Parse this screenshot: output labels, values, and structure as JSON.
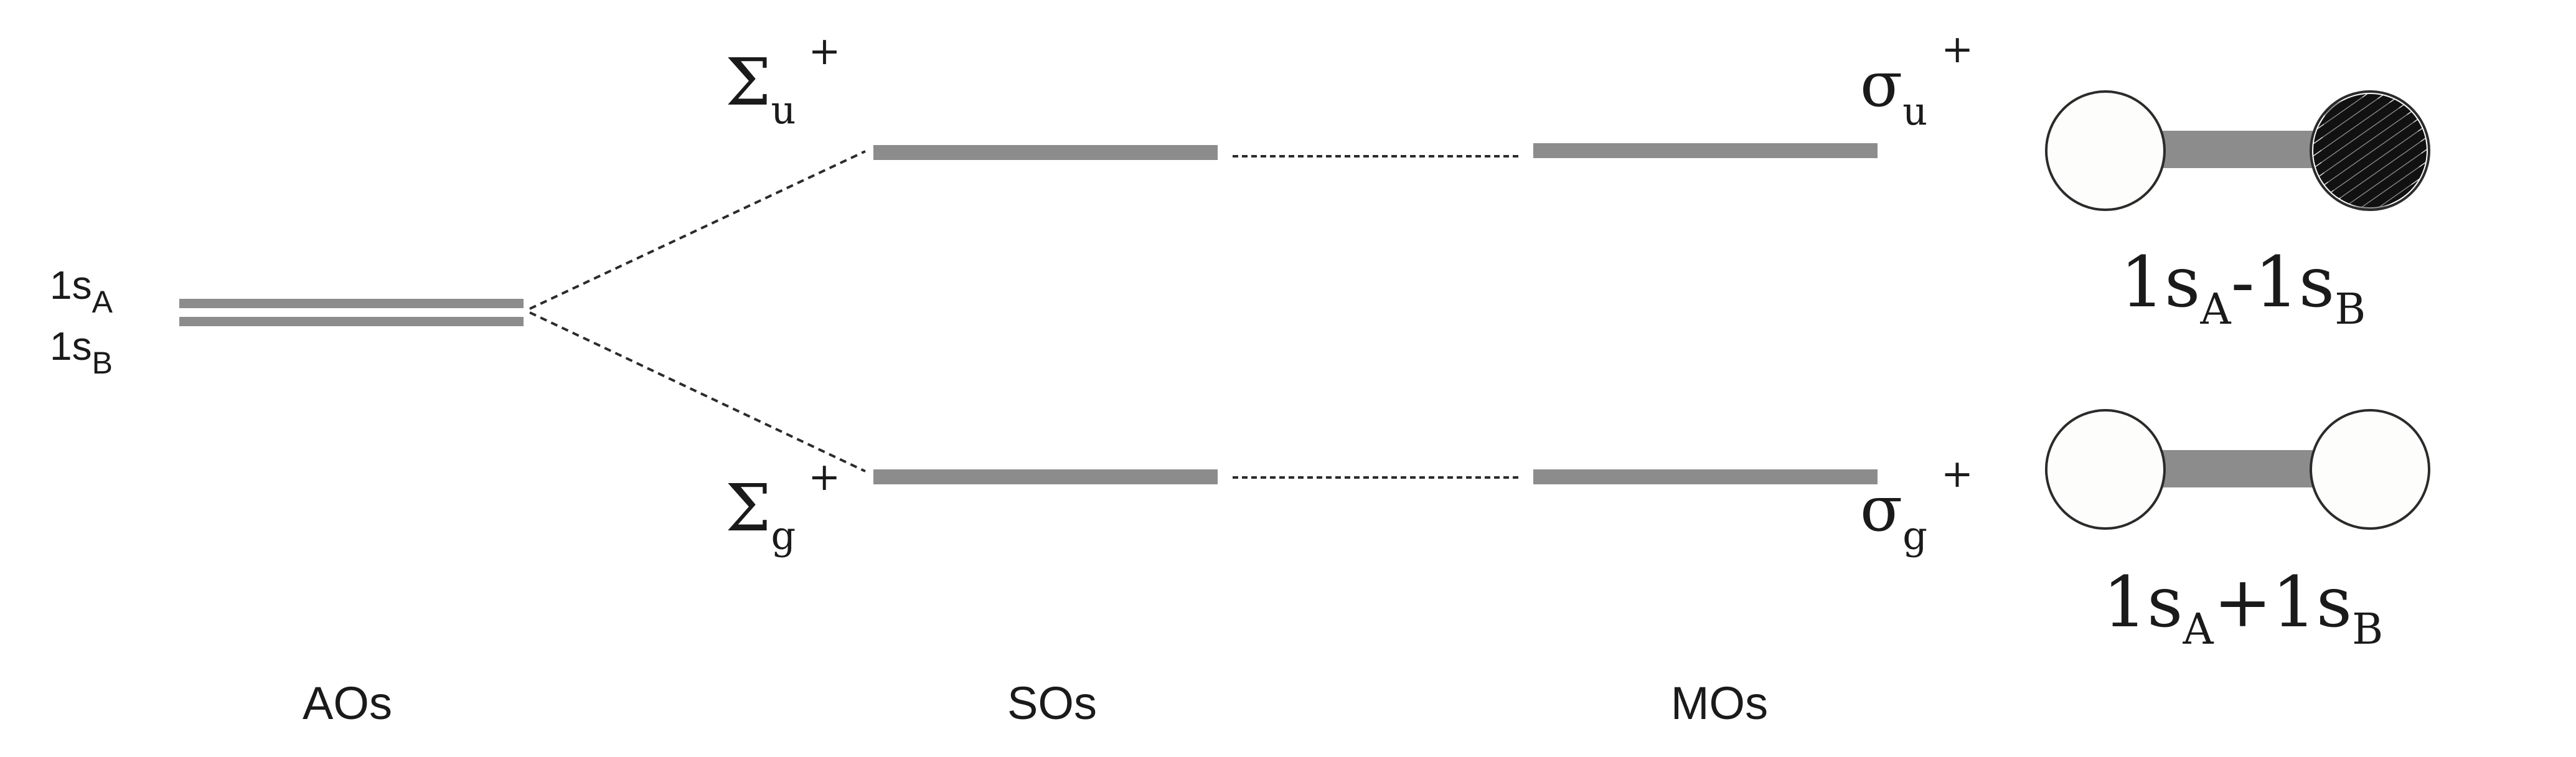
{
  "colors": {
    "level": "#8c8c8c",
    "connector": "#2b2b2b",
    "text": "#1a1a1a",
    "atom_fill": "#fdfdfb",
    "atom_shaded": "#111111"
  },
  "columns": {
    "aos": "AOs",
    "sos": "SOs",
    "mos": "MOs"
  },
  "ao": {
    "a_base": "1s",
    "a_sub": "A",
    "b_base": "1s",
    "b_sub": "B"
  },
  "so": {
    "upper_base": "Σ",
    "upper_sub": "u",
    "upper_sup": "+",
    "lower_base": "Σ",
    "lower_sub": "g",
    "lower_sup": "+"
  },
  "mo": {
    "upper_base": "σ",
    "upper_sub": "u",
    "upper_sup": "+",
    "lower_base": "σ",
    "lower_sub": "g",
    "lower_sup": "+"
  },
  "combos": {
    "upper": {
      "a_base": "1s",
      "a_sub": "A",
      "op": "-",
      "b_base": "1s",
      "b_sub": "B"
    },
    "lower": {
      "a_base": "1s",
      "a_sub": "A",
      "op": "+",
      "b_base": "1s",
      "b_sub": "B"
    }
  },
  "icons": {
    "antibonding_orbital": "dumbbell-one-lobe-shaded",
    "bonding_orbital": "dumbbell-both-lobes-open"
  }
}
